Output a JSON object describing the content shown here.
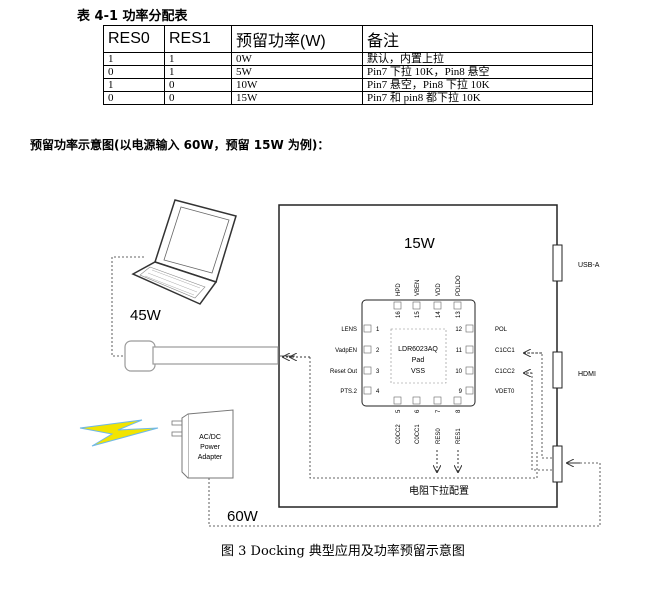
{
  "table_caption": "表 4-1 功率分配表",
  "table": {
    "headers": [
      "RES0",
      "RES1",
      "预留功率(W)",
      "备注"
    ],
    "rows": [
      [
        "1",
        "1",
        "0W",
        "默认，内置上拉"
      ],
      [
        "0",
        "1",
        "5W",
        "Pin7 下拉 10K，Pin8 悬空"
      ],
      [
        "1",
        "0",
        "10W",
        "Pin7 悬空，Pin8 下拉 10K"
      ],
      [
        "0",
        "0",
        "15W",
        "Pin7 和 pin8 都下拉 10K"
      ]
    ]
  },
  "subheading": "预留功率示意图(以电源输入 60W，预留 15W 为例)：",
  "diagram": {
    "laptop_power": "45W",
    "adapter_power": "60W",
    "adapter_label": [
      "AC/DC",
      "Power",
      "Adapter"
    ],
    "dock_reserved": "15W",
    "port_usba": "USB-A",
    "port_hdmi": "HDMI",
    "chip": {
      "name": "LDR6023AQ",
      "pad": "Pad",
      "vss": "VSS",
      "left_pins": [
        {
          "num": "1",
          "label": "LENS"
        },
        {
          "num": "2",
          "label": "VadpEN"
        },
        {
          "num": "3",
          "label": "Reset Out"
        },
        {
          "num": "4",
          "label": "PTS.2"
        }
      ],
      "right_pins": [
        {
          "num": "12",
          "label": "POL"
        },
        {
          "num": "11",
          "label": "C1CC1"
        },
        {
          "num": "10",
          "label": "C1CC2"
        },
        {
          "num": "9",
          "label": "VDET0"
        }
      ],
      "top_pins": [
        {
          "num": "16",
          "label": "HPD"
        },
        {
          "num": "15",
          "label": "VBEN"
        },
        {
          "num": "14",
          "label": "VDD"
        },
        {
          "num": "13",
          "label": "PDLDO"
        }
      ],
      "bottom_pins": [
        {
          "num": "5",
          "label": "C0CC2"
        },
        {
          "num": "6",
          "label": "C0CC1"
        },
        {
          "num": "7",
          "label": "RES0"
        },
        {
          "num": "8",
          "label": "RES1"
        }
      ]
    },
    "pulldown_label": "电阻下拉配置",
    "colors": {
      "lightning": "#f2e400",
      "lightning_edge": "#6fb8e6",
      "line": "#333333",
      "cable": "#9a9a9a"
    }
  },
  "figure_caption": "图 3 Docking 典型应用及功率预留示意图"
}
